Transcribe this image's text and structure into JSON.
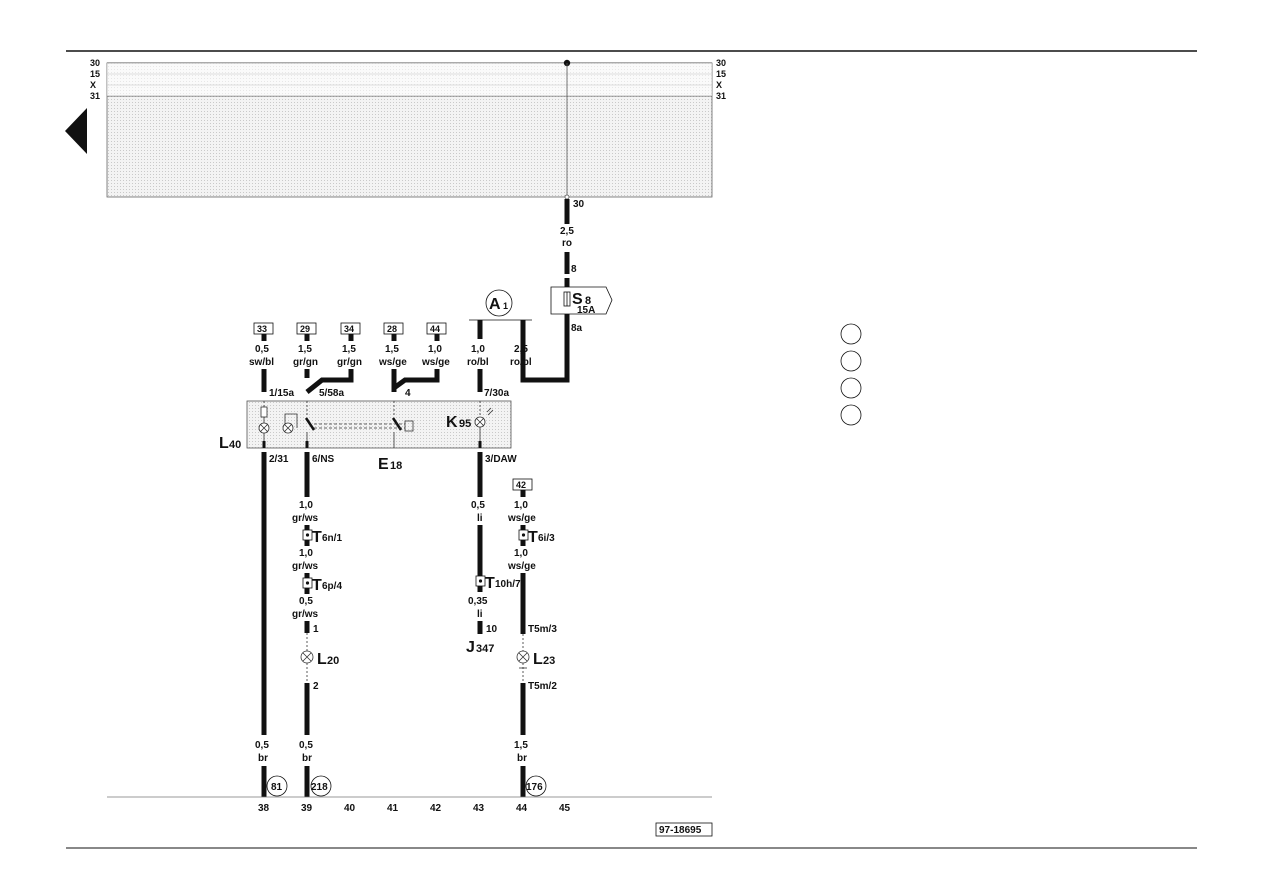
{
  "rails": {
    "left": [
      "30",
      "15",
      "X",
      "31"
    ],
    "right": [
      "30",
      "15",
      "X",
      "31"
    ]
  },
  "rail_terminal_30": "30",
  "components": {
    "S8": {
      "letter": "S",
      "sub": "8",
      "rating": "15A"
    },
    "A1": {
      "letter": "A",
      "sub": "1"
    },
    "L40": {
      "letter": "L",
      "sub": "40"
    },
    "E18": {
      "letter": "E",
      "sub": "18"
    },
    "K95": {
      "letter": "K",
      "sub": "95"
    },
    "L20": {
      "letter": "L",
      "sub": " 20"
    },
    "L23": {
      "letter": "L",
      "sub": " 23"
    },
    "J347": {
      "letter": "J",
      "sub": "347"
    }
  },
  "wires": {
    "s8_in": {
      "size": "2,5",
      "color": "ro"
    },
    "a1_left": {
      "size": "1,0",
      "color": "ro/bl"
    },
    "a1_right": {
      "size": "2,5",
      "color": "ro/bl"
    },
    "w33": {
      "size": "0,5",
      "color": "sw/bl"
    },
    "w29": {
      "size": "1,5",
      "color": "gr/gn"
    },
    "w34": {
      "size": "1,5",
      "color": "gr/gn"
    },
    "w28": {
      "size": "1,5",
      "color": "ws/ge"
    },
    "w44": {
      "size": "1,0",
      "color": "ws/ge"
    },
    "e18_ns_a": {
      "size": "1,0",
      "color": "gr/ws"
    },
    "e18_ns_b": {
      "size": "1,0",
      "color": "gr/ws"
    },
    "e18_ns_c": {
      "size": "0,5",
      "color": "gr/ws"
    },
    "daw_a": {
      "size": "0,5",
      "color": "li"
    },
    "daw_b": {
      "size": "0,35",
      "color": "li"
    },
    "w42_a": {
      "size": "1,0",
      "color": "ws/ge"
    },
    "w42_b": {
      "size": "1,0",
      "color": "ws/ge"
    },
    "gnd_38": {
      "size": "0,5",
      "color": "br"
    },
    "gnd_39": {
      "size": "0,5",
      "color": "br"
    },
    "gnd_44": {
      "size": "1,5",
      "color": "br"
    }
  },
  "boxes": {
    "b33": "33",
    "b29": "29",
    "b34": "34",
    "b28": "28",
    "b44": "44",
    "b42": "42"
  },
  "pins": {
    "s8_top": "8",
    "s8_bottom": "8a",
    "p1_15a": "1/15a",
    "p5_58a": "5/58a",
    "p4": "4",
    "p7_30a": "7/30a",
    "p2_31": "2/31",
    "p6_ns": "6/NS",
    "p3_daw": "3/DAW",
    "l20_1": "1",
    "l20_2": "2",
    "j347_10": "10",
    "l23_t5m3": "T5m/3",
    "l23_t5m2": "T5m/2"
  },
  "connectors": {
    "T6n": {
      "letter": "T",
      "sub": "6n/1"
    },
    "T6p": {
      "letter": "T",
      "sub": "6p/4"
    },
    "T10h": {
      "letter": "T",
      "sub": "10h/7"
    },
    "T6i": {
      "letter": "T",
      "sub": "6i/3"
    }
  },
  "ground_refs": {
    "g81": "81",
    "g218": "218",
    "g176": "176"
  },
  "track_numbers": [
    "38",
    "39",
    "40",
    "41",
    "42",
    "43",
    "44",
    "45"
  ],
  "doc_number": "97-18695",
  "colors": {
    "line": "#111111",
    "rail_fill": "#ececec",
    "box_fill": "#eeeeee"
  }
}
